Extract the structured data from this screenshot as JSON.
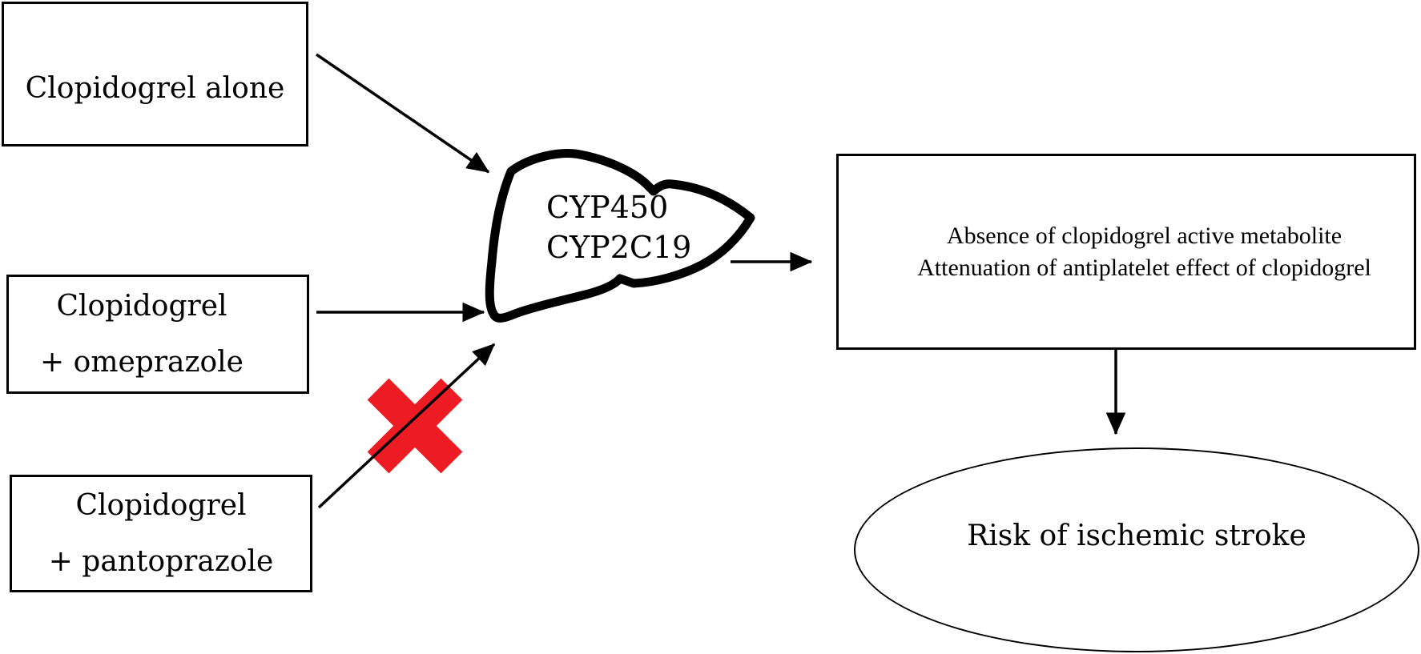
{
  "boxes": {
    "clopidogrel_alone": {
      "label": "Clopidogrel alone"
    },
    "clopidogrel_omeprazole": {
      "line1": "Clopidogrel",
      "line2": "+ omeprazole"
    },
    "clopidogrel_pantoprazole": {
      "line1": "Clopidogrel",
      "line2": "+ pantoprazole"
    },
    "outcome": {
      "line1": "Absence of clopidogrel active metabolite",
      "line2": "Attenuation of antiplatelet effect of clopidogrel"
    }
  },
  "liver": {
    "icon": "liver-outline-icon",
    "label_line1": "CYP450",
    "label_line2": "CYP2C19"
  },
  "result_ellipse": {
    "label": "Risk of ischemic stroke"
  },
  "blocked_marker": {
    "icon": "red-x-icon",
    "meaning": "interaction blocked / no inhibition"
  },
  "colors": {
    "line": "#000000",
    "text": "#000000",
    "blocked_x": "#ED1C24",
    "background": "#FFFFFF"
  }
}
